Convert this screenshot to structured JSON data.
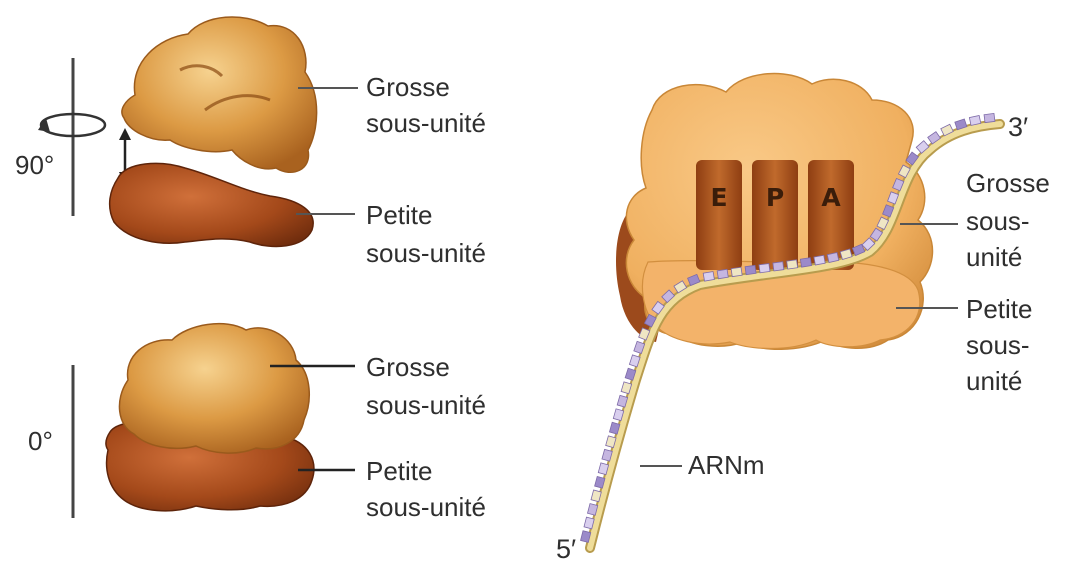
{
  "left_top": {
    "angle": "90°",
    "large_label": [
      "Grosse",
      "sous-unité"
    ],
    "small_label": [
      "Petite",
      "sous-unité"
    ]
  },
  "left_bottom": {
    "angle": "0°",
    "large_label": [
      "Grosse",
      "sous-unité"
    ],
    "small_label": [
      "Petite",
      "sous-unité"
    ]
  },
  "right": {
    "sites": [
      "E",
      "P",
      "A"
    ],
    "end_3": "3′",
    "end_5": "5′",
    "large_label": [
      "Grosse",
      "sous-",
      "unité"
    ],
    "small_label": [
      "Petite",
      "sous-",
      "unité"
    ],
    "mrna_label": "ARNm"
  },
  "colors": {
    "large_subunit": "#e2a14a",
    "small_subunit": "#b5571f",
    "ribosome_body": "#f2b567",
    "mrna": "#e9d690",
    "codon_purple": "#9b8ac9",
    "leader_line": "#555555"
  }
}
